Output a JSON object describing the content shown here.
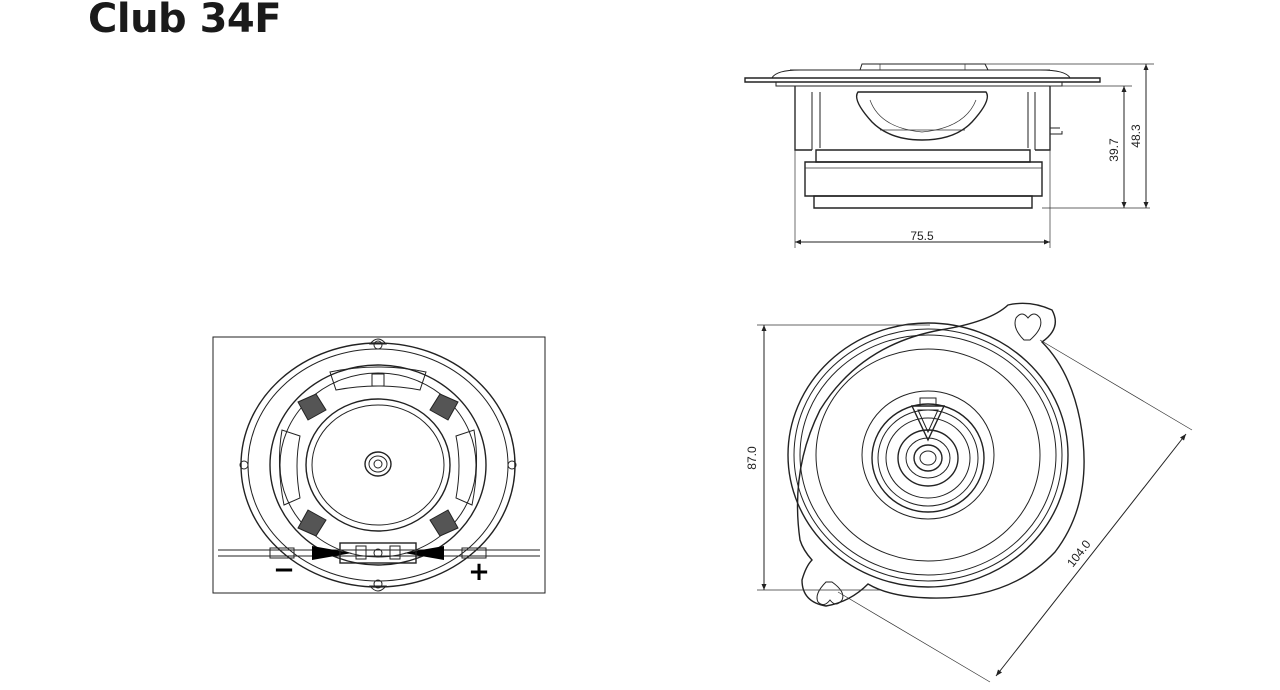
{
  "title": "Club 34F",
  "dimensions": {
    "width": "75.5",
    "depth_body": "39.7",
    "depth_total": "48.3",
    "height": "87.0",
    "diagonal": "104.0"
  },
  "terminals": {
    "negative": "−",
    "positive": "+"
  }
}
